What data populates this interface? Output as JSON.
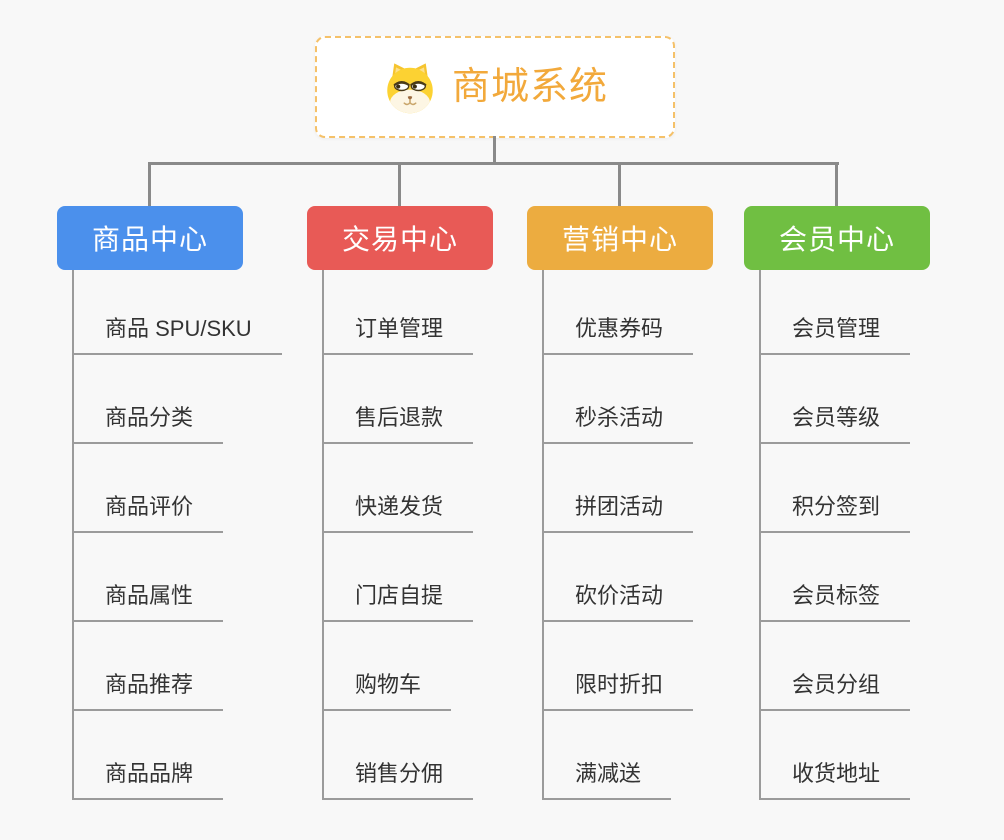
{
  "canvas": {
    "background": "#f8f8f8"
  },
  "root": {
    "title": "商城系统",
    "icon": "dog-face-icon",
    "text_color": "#f2a93b",
    "border_color": "#f5c169"
  },
  "connector_color": "#8a8a8a",
  "branches": [
    {
      "label": "商品中心",
      "color": "#4b90ec",
      "items": [
        "商品 SPU/SKU",
        "商品分类",
        "商品评价",
        "商品属性",
        "商品推荐",
        "商品品牌"
      ]
    },
    {
      "label": "交易中心",
      "color": "#e85a56",
      "items": [
        "订单管理",
        "售后退款",
        "快递发货",
        "门店自提",
        "购物车",
        "销售分佣"
      ]
    },
    {
      "label": "营销中心",
      "color": "#ecac40",
      "items": [
        "优惠券码",
        "秒杀活动",
        "拼团活动",
        "砍价活动",
        "限时折扣",
        "满减送"
      ]
    },
    {
      "label": "会员中心",
      "color": "#70bf42",
      "items": [
        "会员管理",
        "会员等级",
        "积分签到",
        "会员标签",
        "会员分组",
        "收货地址"
      ]
    }
  ]
}
